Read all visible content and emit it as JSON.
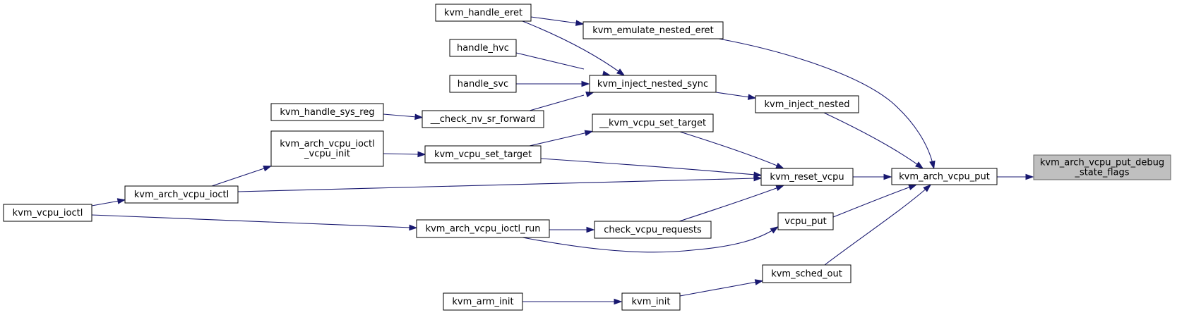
{
  "graph": {
    "root": "kvm_arch_vcpu_put_debug_state_flags",
    "nodes": [
      {
        "id": "root",
        "lines": [
          "kvm_arch_vcpu_put_debug",
          "_state_flags"
        ],
        "highlight": true
      },
      {
        "id": "kvm_arch_vcpu_put",
        "lines": [
          "kvm_arch_vcpu_put"
        ]
      },
      {
        "id": "kvm_emulate_nested_eret",
        "lines": [
          "kvm_emulate_nested_eret"
        ]
      },
      {
        "id": "kvm_handle_eret",
        "lines": [
          "kvm_handle_eret"
        ]
      },
      {
        "id": "kvm_inject_nested",
        "lines": [
          "kvm_inject_nested"
        ]
      },
      {
        "id": "kvm_inject_nested_sync",
        "lines": [
          "kvm_inject_nested_sync"
        ]
      },
      {
        "id": "handle_hvc",
        "lines": [
          "handle_hvc"
        ]
      },
      {
        "id": "handle_svc",
        "lines": [
          "handle_svc"
        ]
      },
      {
        "id": "__check_nv_sr_forward",
        "lines": [
          "__check_nv_sr_forward"
        ]
      },
      {
        "id": "kvm_handle_sys_reg",
        "lines": [
          "kvm_handle_sys_reg"
        ]
      },
      {
        "id": "kvm_reset_vcpu",
        "lines": [
          "kvm_reset_vcpu"
        ]
      },
      {
        "id": "__kvm_vcpu_set_target",
        "lines": [
          "__kvm_vcpu_set_target"
        ]
      },
      {
        "id": "kvm_vcpu_set_target",
        "lines": [
          "kvm_vcpu_set_target"
        ]
      },
      {
        "id": "kvm_arch_vcpu_ioctl_vcpu_init",
        "lines": [
          "kvm_arch_vcpu_ioctl",
          "_vcpu_init"
        ]
      },
      {
        "id": "kvm_arch_vcpu_ioctl",
        "lines": [
          "kvm_arch_vcpu_ioctl"
        ]
      },
      {
        "id": "kvm_vcpu_ioctl",
        "lines": [
          "kvm_vcpu_ioctl"
        ]
      },
      {
        "id": "check_vcpu_requests",
        "lines": [
          "check_vcpu_requests"
        ]
      },
      {
        "id": "kvm_arch_vcpu_ioctl_run",
        "lines": [
          "kvm_arch_vcpu_ioctl_run"
        ]
      },
      {
        "id": "vcpu_put",
        "lines": [
          "vcpu_put"
        ]
      },
      {
        "id": "kvm_sched_out",
        "lines": [
          "kvm_sched_out"
        ]
      },
      {
        "id": "kvm_init",
        "lines": [
          "kvm_init"
        ]
      },
      {
        "id": "kvm_arm_init",
        "lines": [
          "kvm_arm_init"
        ]
      }
    ],
    "edges": [
      [
        "kvm_arch_vcpu_put",
        "root"
      ],
      [
        "kvm_emulate_nested_eret",
        "kvm_arch_vcpu_put"
      ],
      [
        "kvm_handle_eret",
        "kvm_emulate_nested_eret"
      ],
      [
        "kvm_inject_nested",
        "kvm_arch_vcpu_put"
      ],
      [
        "kvm_inject_nested_sync",
        "kvm_inject_nested"
      ],
      [
        "kvm_handle_eret",
        "kvm_inject_nested_sync"
      ],
      [
        "handle_hvc",
        "kvm_inject_nested_sync"
      ],
      [
        "handle_svc",
        "kvm_inject_nested_sync"
      ],
      [
        "__check_nv_sr_forward",
        "kvm_inject_nested_sync"
      ],
      [
        "kvm_handle_sys_reg",
        "__check_nv_sr_forward"
      ],
      [
        "kvm_reset_vcpu",
        "kvm_arch_vcpu_put"
      ],
      [
        "__kvm_vcpu_set_target",
        "kvm_reset_vcpu"
      ],
      [
        "kvm_vcpu_set_target",
        "__kvm_vcpu_set_target"
      ],
      [
        "kvm_vcpu_set_target",
        "kvm_reset_vcpu"
      ],
      [
        "kvm_arch_vcpu_ioctl_vcpu_init",
        "kvm_vcpu_set_target"
      ],
      [
        "kvm_arch_vcpu_ioctl",
        "kvm_arch_vcpu_ioctl_vcpu_init"
      ],
      [
        "kvm_arch_vcpu_ioctl",
        "kvm_reset_vcpu"
      ],
      [
        "kvm_vcpu_ioctl",
        "kvm_arch_vcpu_ioctl"
      ],
      [
        "check_vcpu_requests",
        "kvm_reset_vcpu"
      ],
      [
        "kvm_arch_vcpu_ioctl_run",
        "check_vcpu_requests"
      ],
      [
        "kvm_vcpu_ioctl",
        "kvm_arch_vcpu_ioctl_run"
      ],
      [
        "vcpu_put",
        "kvm_arch_vcpu_put"
      ],
      [
        "kvm_arch_vcpu_ioctl_run",
        "vcpu_put"
      ],
      [
        "kvm_sched_out",
        "kvm_arch_vcpu_put"
      ],
      [
        "kvm_init",
        "kvm_sched_out"
      ],
      [
        "kvm_arm_init",
        "kvm_init"
      ]
    ]
  },
  "colors": {
    "edge": "#191970",
    "node_border": "#000000",
    "root_fill": "#bfbfbf",
    "root_border": "#666666"
  }
}
